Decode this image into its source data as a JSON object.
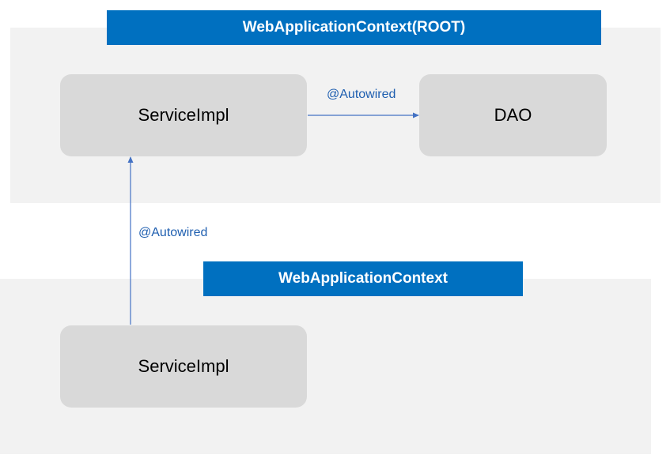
{
  "colors": {
    "banner": "#0070c0",
    "panel": "#f2f2f2",
    "box": "#d9d9d9",
    "arrow": "#4472c4",
    "annotation": "#1f5fb0"
  },
  "root_context": {
    "title": "WebApplicationContext(ROOT)",
    "service_label": "ServiceImpl",
    "dao_label": "DAO"
  },
  "web_context": {
    "title": "WebApplicationContext",
    "service_label": "ServiceImpl"
  },
  "edges": {
    "service_to_dao_label": "@Autowired",
    "web_to_root_label": "@Autowired"
  }
}
